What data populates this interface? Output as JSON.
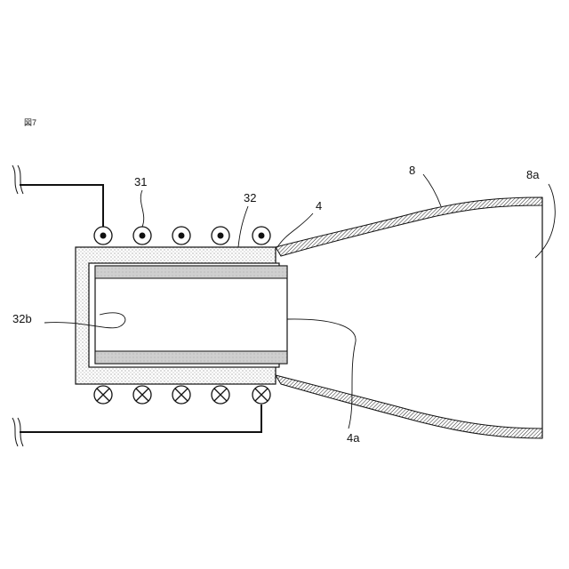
{
  "figure": {
    "title": "図7",
    "labels": {
      "coil": "31",
      "core": "32",
      "crucible": "4",
      "crucible_opening": "4a",
      "nozzle": "8",
      "nozzle_outlet": "8a",
      "core_inner": "32b"
    }
  },
  "colors": {
    "line": "#111111",
    "background": "#ffffff"
  },
  "icons": {
    "coil_out": "dot-in-circle",
    "coil_in": "cross-in-circle",
    "wire_break": "break-mark"
  }
}
